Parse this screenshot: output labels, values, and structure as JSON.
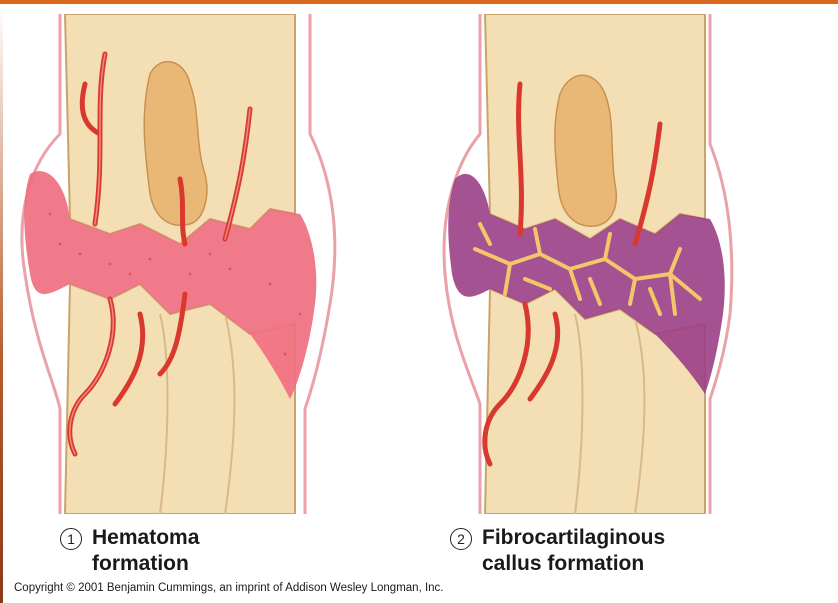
{
  "stages": [
    {
      "number": "1",
      "label": "Hematoma\nformation"
    },
    {
      "number": "2",
      "label": "Fibrocartilaginous\ncallus formation"
    }
  ],
  "copyright": "Copyright © 2001 Benjamin Cummings, an imprint of Addison Wesley Longman, Inc.",
  "colors": {
    "bone": "#f4dfb4",
    "bone_outline": "#c9a36a",
    "marrow": "#e9b877",
    "hematoma": "#f06f80",
    "callus": "#9b3f86",
    "vessel": "#d9382f",
    "fibrocartilage": "#f3c66a",
    "accent_bar": "#d9681c"
  }
}
